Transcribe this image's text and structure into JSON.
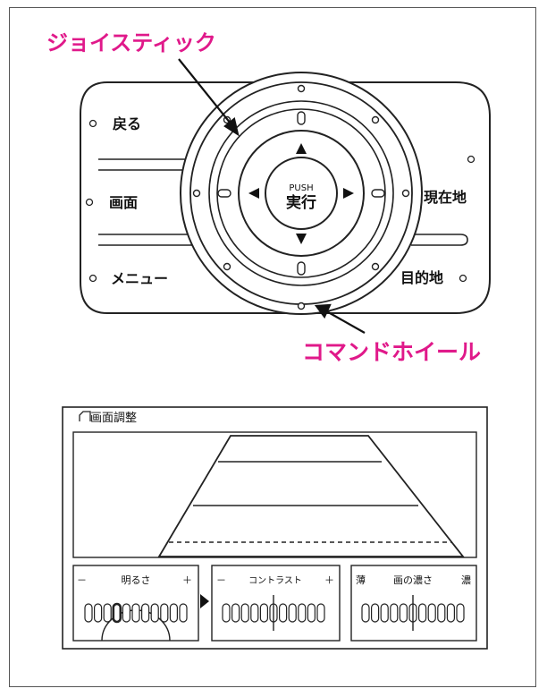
{
  "callouts": {
    "joystick": "ジョイスティック",
    "command_wheel": "コマンドホイール"
  },
  "buttons": {
    "back": "戻る",
    "screen": "画面",
    "menu": "メニュー",
    "current_location": "現在地",
    "destination": "目的地"
  },
  "center": {
    "push": "PUSH",
    "execute": "実行"
  },
  "screen_adjust": {
    "title": "画面調整",
    "brightness": {
      "label": "明るさ",
      "minus": "－",
      "plus": "＋",
      "level": 0.27
    },
    "contrast": {
      "label": "コントラスト",
      "minus": "－",
      "plus": "＋",
      "level": 0.5
    },
    "color": {
      "left": "薄",
      "label": "画の濃さ",
      "right": "濃",
      "level": 0.5
    }
  },
  "colors": {
    "callout": "#e0198a",
    "line": "#222222"
  }
}
